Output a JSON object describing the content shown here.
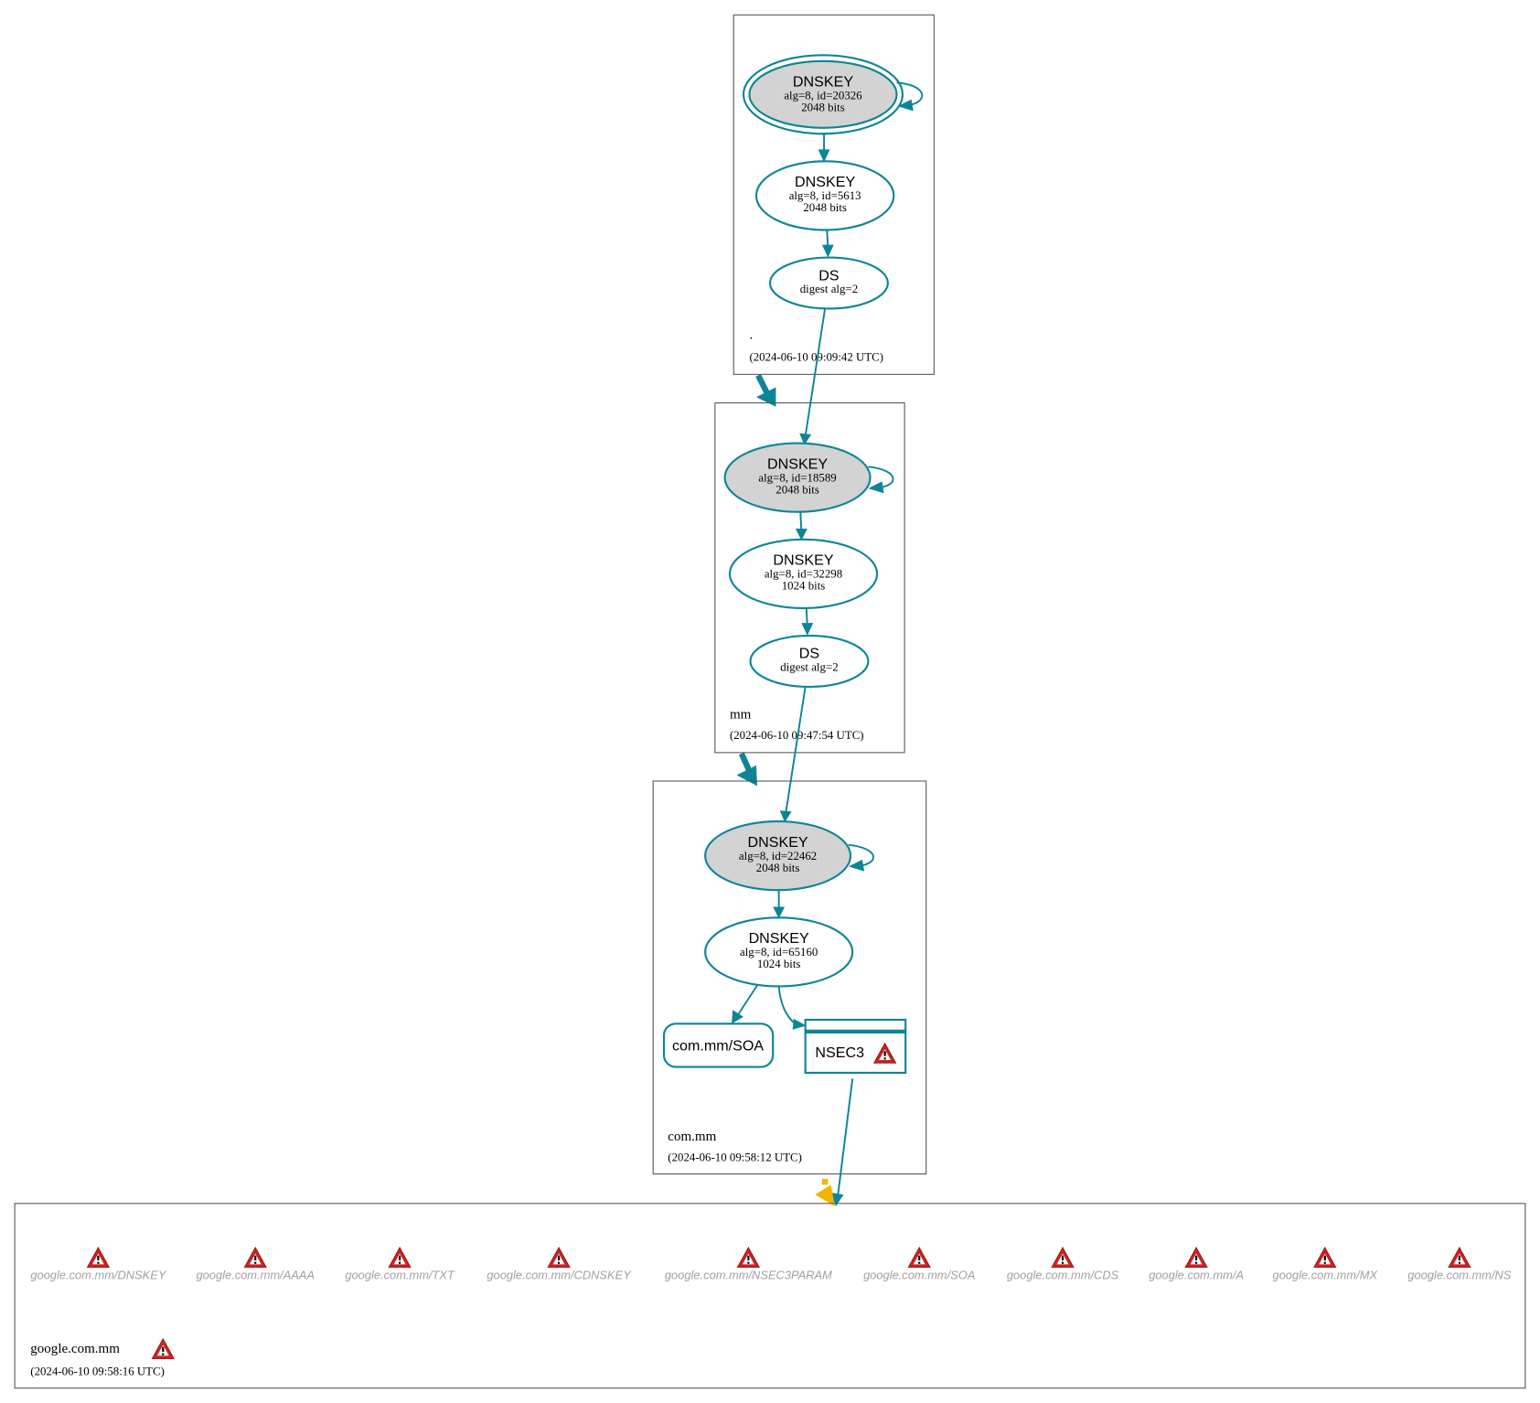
{
  "colors": {
    "edge": "#0e8596",
    "ksk_fill": "#d3d3d3",
    "warning": "#cc2222",
    "insecure": "#f2b600"
  },
  "clusters": [
    {
      "name": ".",
      "timestamp": "(2024-06-10 09:09:42 UTC)",
      "nodes": [
        {
          "type": "DNSKEY",
          "line1": "alg=8, id=20326",
          "line2": "2048 bits"
        },
        {
          "type": "DNSKEY",
          "line1": "alg=8, id=5613",
          "line2": "2048 bits"
        },
        {
          "type": "DS",
          "line1": "digest alg=2"
        }
      ]
    },
    {
      "name": "mm",
      "timestamp": "(2024-06-10 09:47:54 UTC)",
      "nodes": [
        {
          "type": "DNSKEY",
          "line1": "alg=8, id=18589",
          "line2": "2048 bits"
        },
        {
          "type": "DNSKEY",
          "line1": "alg=8, id=32298",
          "line2": "1024 bits"
        },
        {
          "type": "DS",
          "line1": "digest alg=2"
        }
      ]
    },
    {
      "name": "com.mm",
      "timestamp": "(2024-06-10 09:58:12 UTC)",
      "nodes": [
        {
          "type": "DNSKEY",
          "line1": "alg=8, id=22462",
          "line2": "2048 bits"
        },
        {
          "type": "DNSKEY",
          "line1": "alg=8, id=65160",
          "line2": "1024 bits"
        }
      ],
      "soa": "com.mm/SOA",
      "nsec3": "NSEC3"
    },
    {
      "name": "google.com.mm",
      "timestamp": "(2024-06-10 09:58:16 UTC)",
      "rrsets": [
        "google.com.mm/DNSKEY",
        "google.com.mm/AAAA",
        "google.com.mm/TXT",
        "google.com.mm/CDNSKEY",
        "google.com.mm/NSEC3PARAM",
        "google.com.mm/SOA",
        "google.com.mm/CDS",
        "google.com.mm/A",
        "google.com.mm/MX",
        "google.com.mm/NS"
      ]
    }
  ]
}
